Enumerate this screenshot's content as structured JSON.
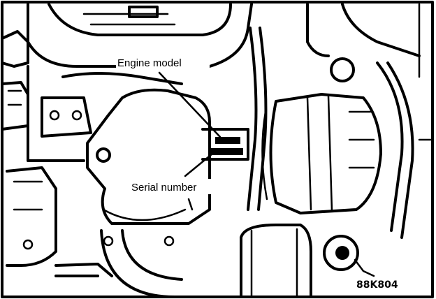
{
  "labels": {
    "engine_model": "Engine model",
    "serial_number": "Serial number",
    "figure_code": "88K804"
  },
  "colors": {
    "ink": "#000000",
    "paper": "#ffffff"
  }
}
